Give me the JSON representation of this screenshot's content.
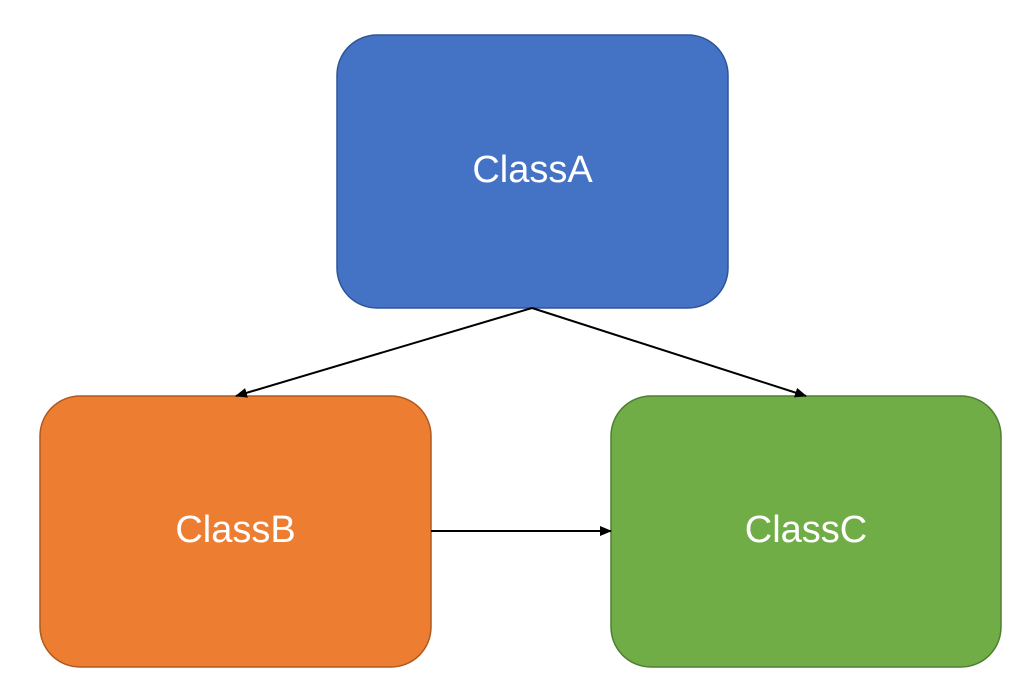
{
  "nodes": {
    "class_a": {
      "label": "ClassA",
      "fill": "#4472C4",
      "stroke": "#2F5597"
    },
    "class_b": {
      "label": "ClassB",
      "fill": "#ED7D31",
      "stroke": "#AE5A21"
    },
    "class_c": {
      "label": "ClassC",
      "fill": "#70AD47",
      "stroke": "#507E32"
    }
  },
  "edges": [
    {
      "from": "ClassA",
      "to": "ClassB"
    },
    {
      "from": "ClassA",
      "to": "ClassC"
    },
    {
      "from": "ClassB",
      "to": "ClassC"
    }
  ],
  "colors": {
    "arrow": "#000000",
    "label_text": "#ffffff",
    "background": "#ffffff"
  }
}
